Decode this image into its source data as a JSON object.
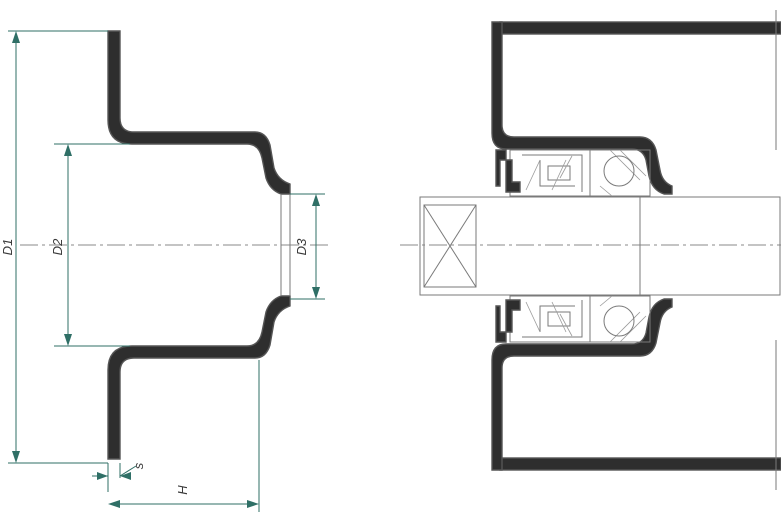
{
  "labels": {
    "d1": "D1",
    "d2": "D2",
    "d3": "D3",
    "s": "s",
    "h": "H"
  },
  "colors": {
    "dimension": "#2f6f66",
    "part": "#2e2e2e",
    "centerline": "#8a8a8a"
  }
}
